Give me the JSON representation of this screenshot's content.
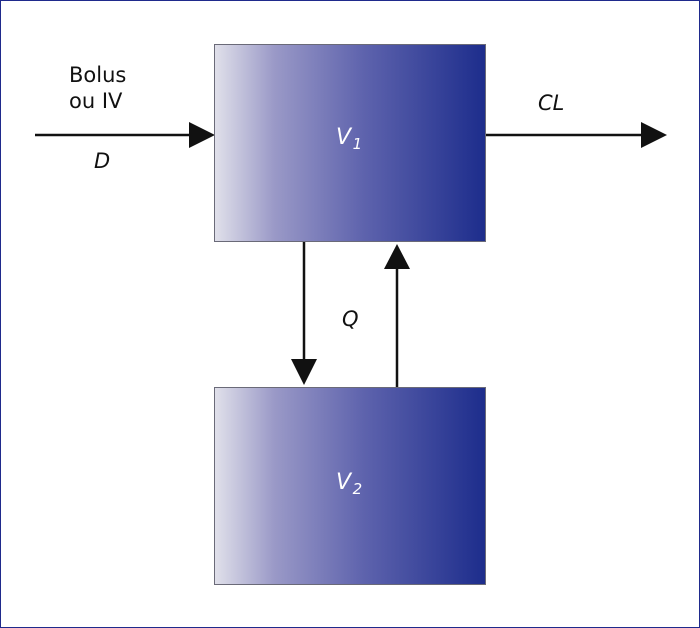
{
  "diagram": {
    "input_label_line1": "Bolus",
    "input_label_line2": "ou IV",
    "dose_label": "D",
    "clearance_label": "CL",
    "intercompartmental_label": "Q",
    "compartment_1": {
      "name": "V",
      "subscript": "1"
    },
    "compartment_2": {
      "name": "V",
      "subscript": "2"
    }
  },
  "colors": {
    "border": "#1f2a8c",
    "gradient_light": "#e0e0ea",
    "gradient_dark": "#1d2d8c",
    "arrow": "#111111",
    "compartment_text": "#ffffff"
  }
}
